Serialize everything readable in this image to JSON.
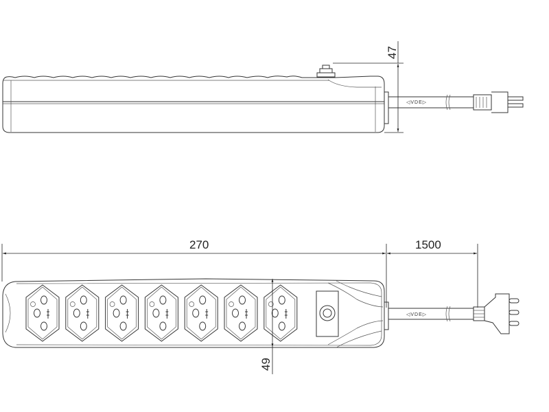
{
  "drawing": {
    "side_view": {
      "height_dimension": "47",
      "cable_marking": "◁VDE▷"
    },
    "top_view": {
      "length_dimension": "270",
      "cable_length_dimension": "1500",
      "width_dimension": "49",
      "cable_marking": "◁VDE▷",
      "socket_count": 7
    }
  }
}
